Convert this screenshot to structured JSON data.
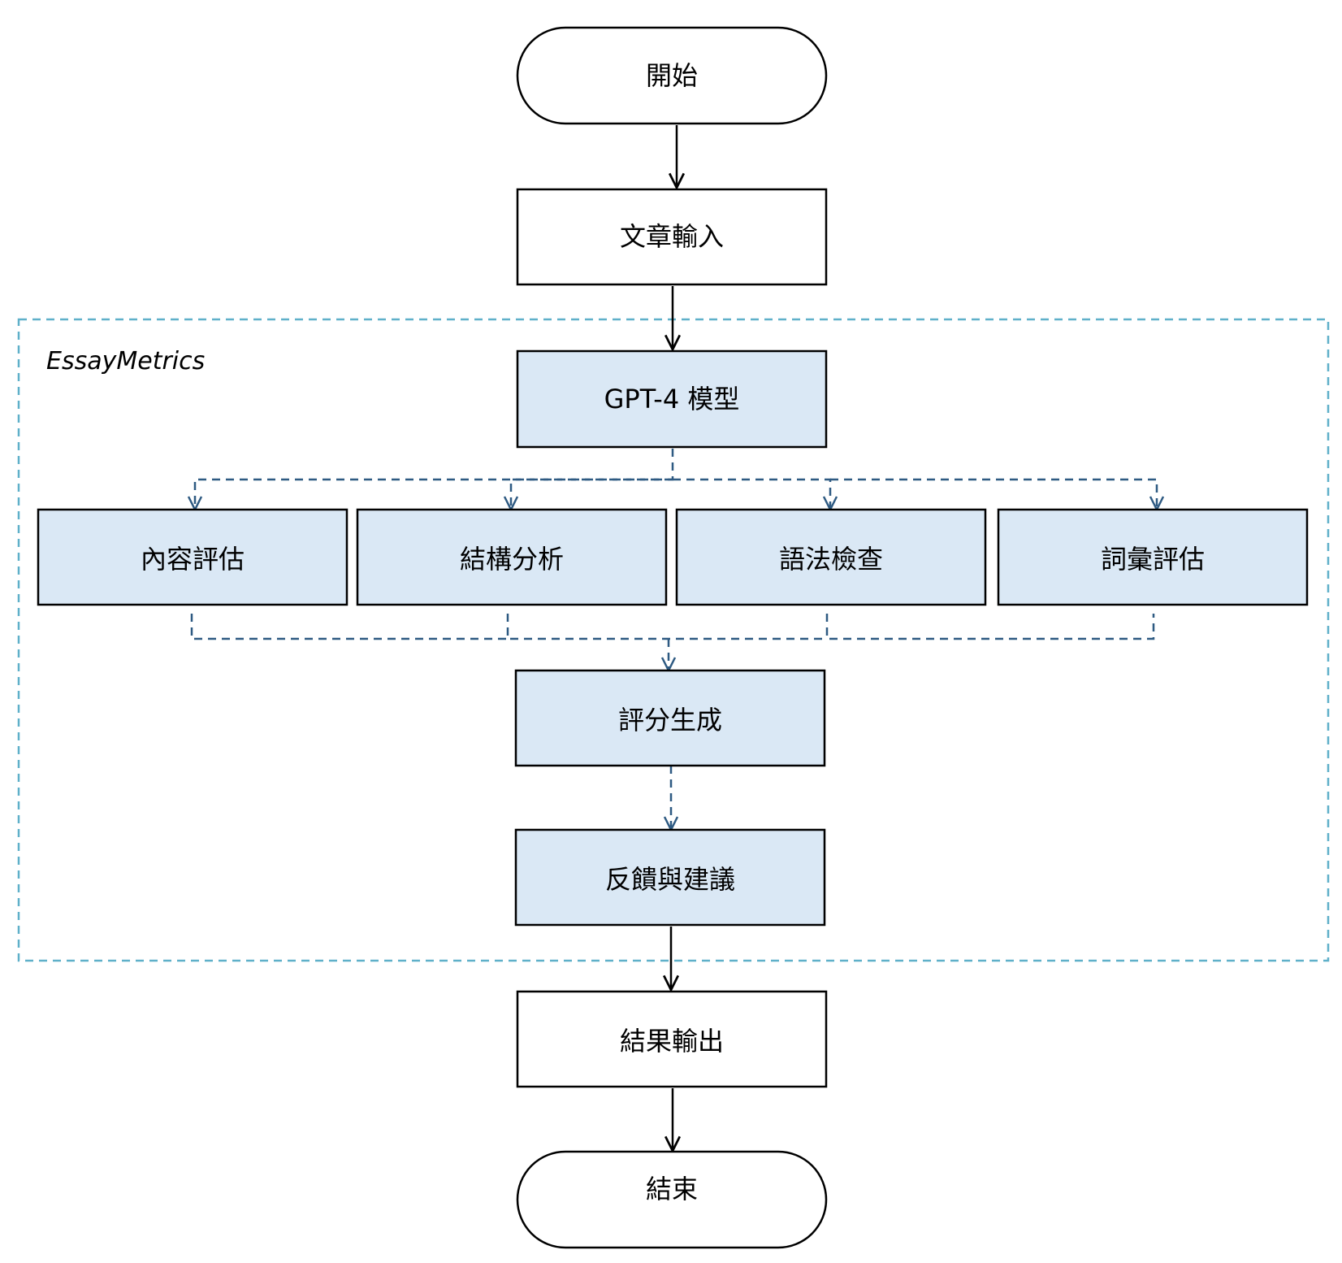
{
  "diagram": {
    "type": "flowchart",
    "group": {
      "label": "EssayMetrics"
    },
    "nodes": {
      "start": "開始",
      "input": "文章輸入",
      "model": "GPT-4 模型",
      "content": "內容評估",
      "structure": "結構分析",
      "grammar": "語法檢查",
      "vocab": "詞彙評估",
      "score": "評分生成",
      "feedback": "反饋與建議",
      "output": "結果輸出",
      "end": "結束"
    },
    "colors": {
      "node_fill_default": "#ffffff",
      "node_fill_group": "#dae8f5",
      "node_stroke": "#000000",
      "solid_edge": "#000000",
      "dashed_edge": "#2e5a82",
      "group_border": "#5fb0c9"
    },
    "edges": [
      {
        "from": "start",
        "to": "input",
        "style": "solid"
      },
      {
        "from": "input",
        "to": "model",
        "style": "solid"
      },
      {
        "from": "model",
        "to": "content",
        "style": "dashed"
      },
      {
        "from": "model",
        "to": "structure",
        "style": "dashed"
      },
      {
        "from": "model",
        "to": "grammar",
        "style": "dashed"
      },
      {
        "from": "model",
        "to": "vocab",
        "style": "dashed"
      },
      {
        "from": "content",
        "to": "score",
        "style": "dashed"
      },
      {
        "from": "structure",
        "to": "score",
        "style": "dashed"
      },
      {
        "from": "grammar",
        "to": "score",
        "style": "dashed"
      },
      {
        "from": "vocab",
        "to": "score",
        "style": "dashed"
      },
      {
        "from": "score",
        "to": "feedback",
        "style": "dashed"
      },
      {
        "from": "feedback",
        "to": "output",
        "style": "solid"
      },
      {
        "from": "output",
        "to": "end",
        "style": "solid"
      }
    ]
  }
}
